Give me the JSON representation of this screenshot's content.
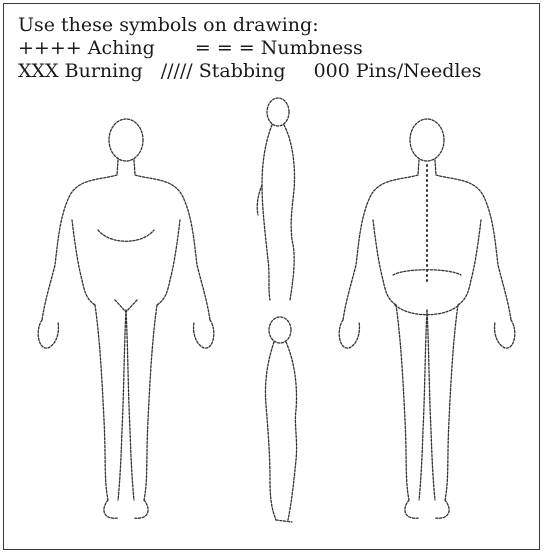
{
  "legend": {
    "title": "Use these symbols on drawing:",
    "symbols": [
      {
        "symbol": "++++",
        "label": "Aching"
      },
      {
        "symbol": "= = =",
        "label": "Numbness"
      },
      {
        "symbol": "XXX",
        "label": "Burning"
      },
      {
        "symbol": "/////",
        "label": "Stabbing"
      },
      {
        "symbol": "000",
        "label": "Pins/Needles"
      }
    ]
  }
}
